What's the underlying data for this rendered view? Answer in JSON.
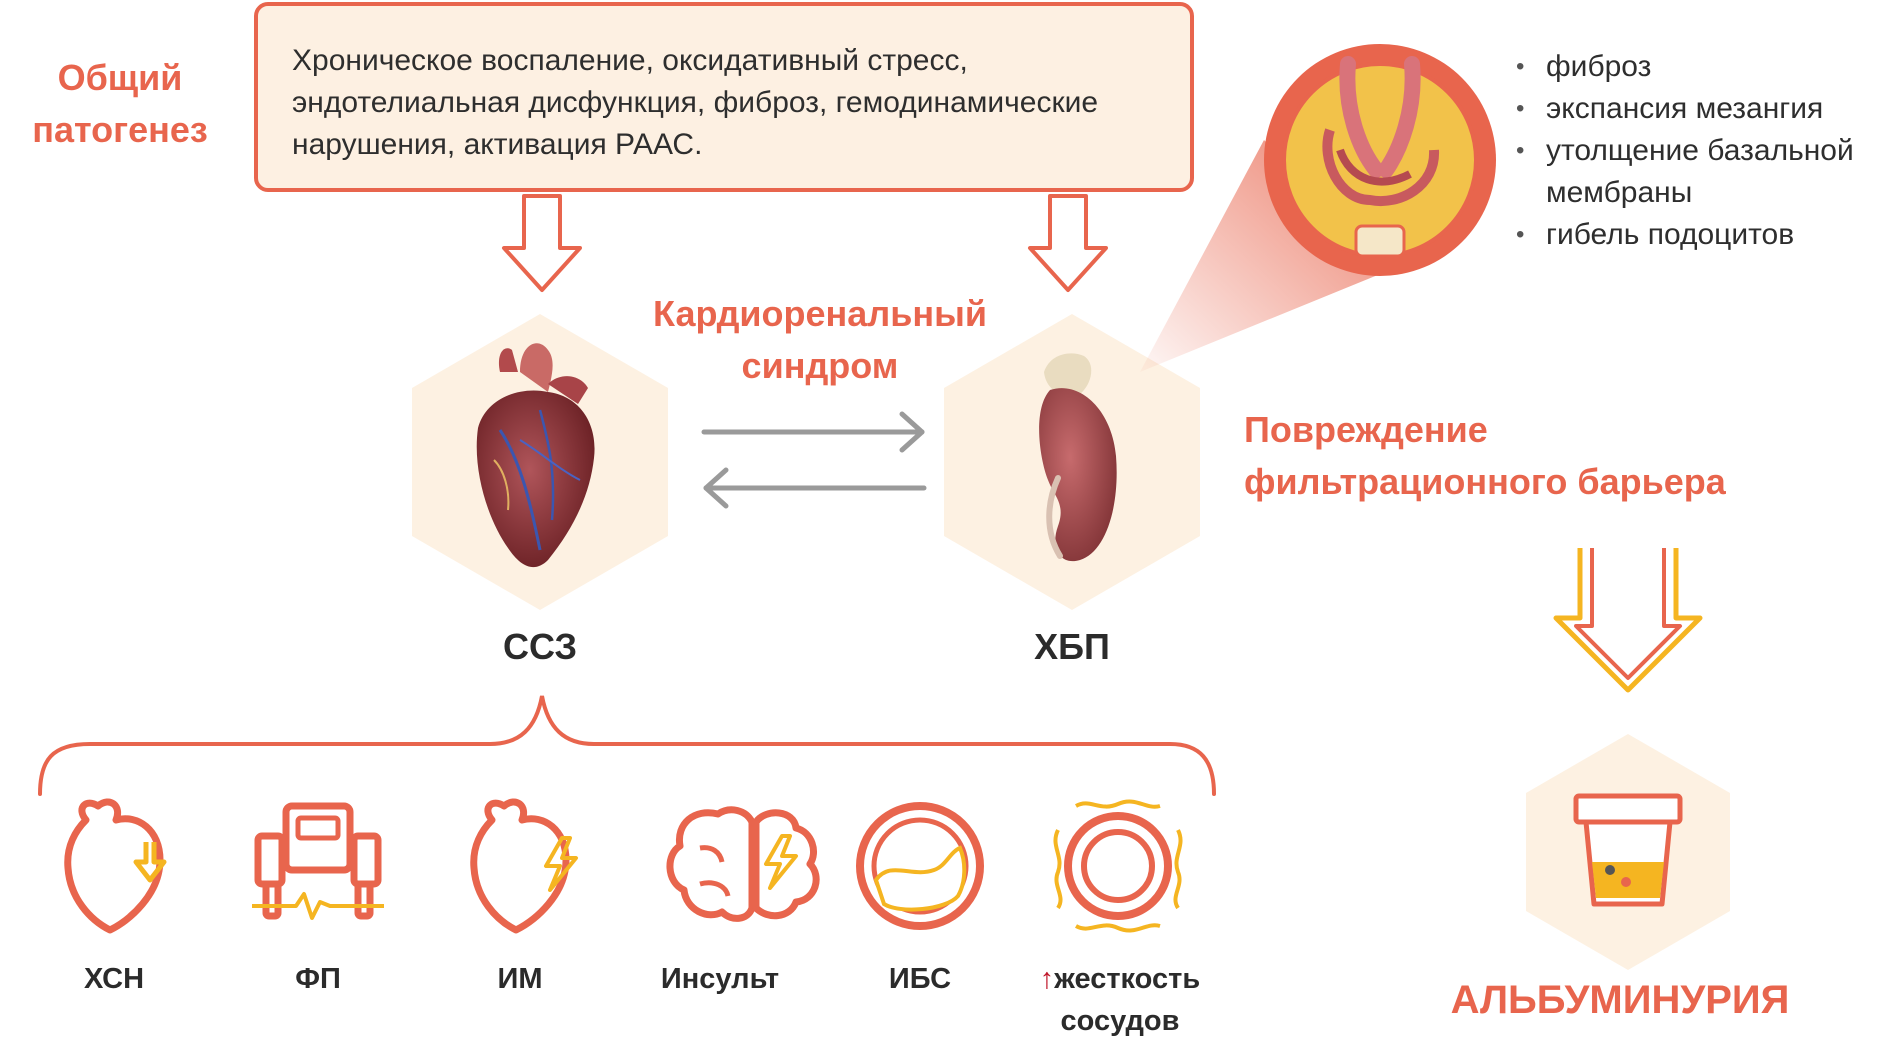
{
  "common_pathogenesis": {
    "title_line1": "Общий",
    "title_line2": "патогенез",
    "box_line1": "Хроническое воспаление, оксидативный стресс,",
    "box_line2": "эндотелиальная дисфункция, фиброз, гемодинамические",
    "box_line3": "нарушения, активация РААС."
  },
  "cardiorenal": {
    "line1": "Кардиоренальный",
    "line2": "синдром"
  },
  "organs": {
    "heart_label": "ССЗ",
    "kidney_label": "ХБП"
  },
  "glomerulus_findings": [
    "фиброз",
    "экспансия мезангия",
    "утолщение базальной",
    "мембраны",
    "гибель подоцитов"
  ],
  "filtration_barrier": {
    "line1": "Повреждение",
    "line2": "фильтрационного барьера"
  },
  "cvd_conditions": [
    {
      "label": "ХСН",
      "icon": "heart-failure-icon"
    },
    {
      "label": "ФП",
      "icon": "ecg-monitor-icon"
    },
    {
      "label": "ИМ",
      "icon": "heart-lightning-icon"
    },
    {
      "label": "Инсульт",
      "icon": "brain-lightning-icon"
    },
    {
      "label": "ИБС",
      "icon": "vessel-plaque-icon"
    },
    {
      "label_line1": "жесткость",
      "label_line2": "сосудов",
      "prefix_symbol": "↑",
      "icon": "vessel-stiffness-icon"
    }
  ],
  "albuminuria": {
    "label": "АЛЬБУМИНУРИЯ",
    "icon": "urine-cup-icon"
  },
  "colors": {
    "accent": "#e8654d",
    "box_fill": "#fdf0e2",
    "hex_fill": "#fdf1e2",
    "yellow": "#f5b521",
    "arrow_gray": "#9a9a9a",
    "text_dark": "#2b2b2b"
  }
}
